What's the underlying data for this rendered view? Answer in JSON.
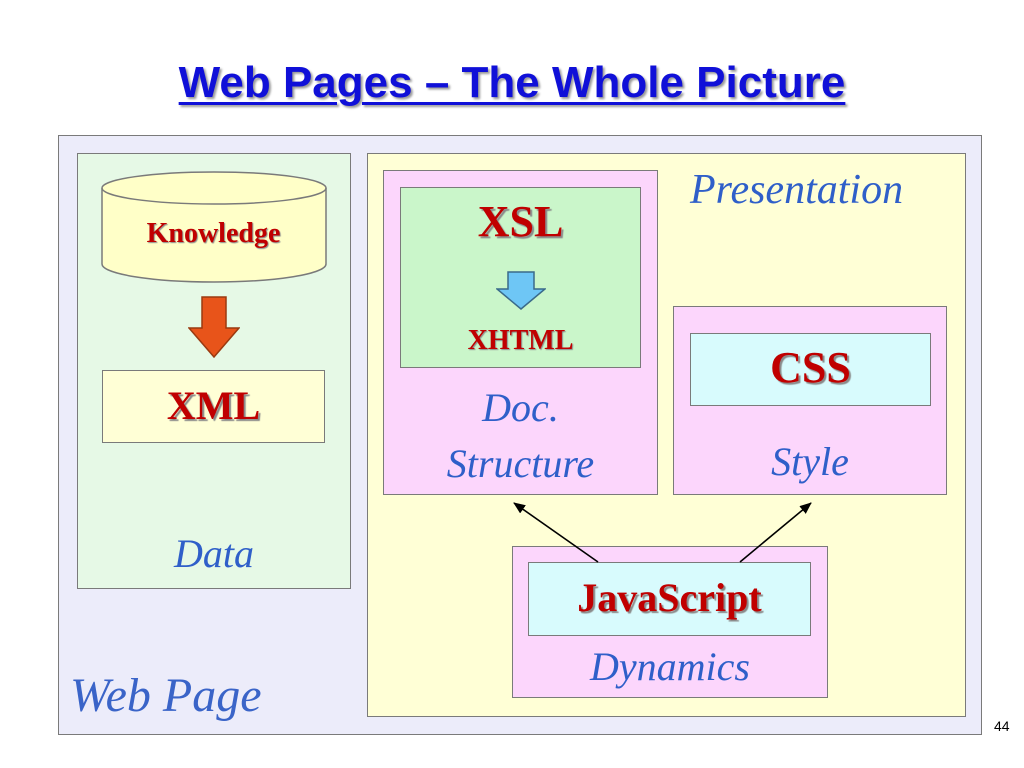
{
  "title": "Web Pages – The Whole Picture",
  "web_page_label": "Web Page",
  "data_panel": {
    "knowledge": "Knowledge",
    "xml": "XML",
    "label": "Data"
  },
  "presentation_panel": {
    "label": "Presentation",
    "doc_structure": {
      "xsl": "XSL",
      "xhtml": "XHTML",
      "label_line1": "Doc.",
      "label_line2": "Structure"
    },
    "style": {
      "css": "CSS",
      "label": "Style"
    },
    "dynamics": {
      "javascript": "JavaScript",
      "label": "Dynamics"
    }
  },
  "page_number": "44",
  "colors": {
    "title": "#1010d8",
    "label_blue": "#2f5fc9",
    "code_red": "#c00000",
    "orange_arrow": "#e8541a",
    "blue_arrow": "#6ec6f5"
  },
  "icons": {
    "database": "database-cylinder-icon",
    "data_arrow": "arrow-down-icon",
    "xsl_arrow": "arrow-down-icon"
  }
}
